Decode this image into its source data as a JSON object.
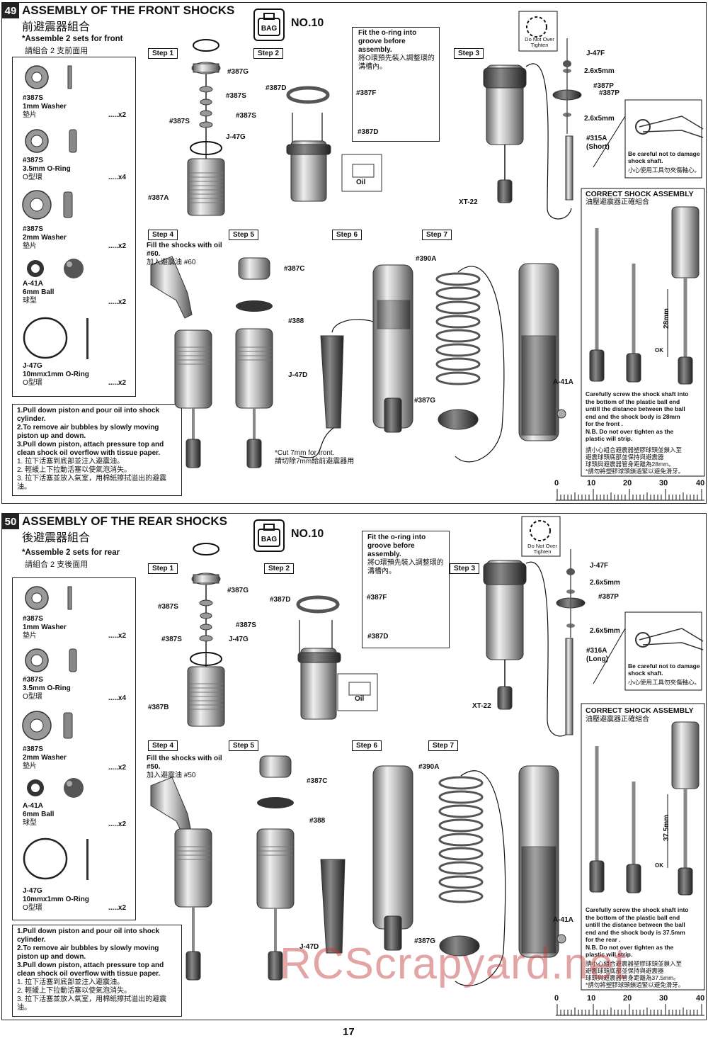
{
  "sections": [
    {
      "number": "49",
      "title": "ASSEMBLY OF THE FRONT SHOCKS",
      "title_cn": "前避震器組合",
      "assemble_note": "*Assemble 2 sets for front",
      "assemble_note_cn": "請組合 2 支前面用",
      "bag_label": "BAG",
      "bag_no": "NO.10",
      "parts": [
        {
          "code": "#387S",
          "name": "1mm Washer",
          "cn": "墊片",
          "qty": ".....x2"
        },
        {
          "code": "#387S",
          "name": "3.5mm O-Ring",
          "cn": "O型環",
          "qty": ".....x4"
        },
        {
          "code": "#387S",
          "name": "2mm Washer",
          "cn": "墊片",
          "qty": ".....x2"
        },
        {
          "code": "A-41A",
          "name": "6mm Ball",
          "cn": "球型",
          "qty": ".....x2"
        },
        {
          "code": "J-47G",
          "name": "10mmx1mm O-Ring",
          "cn": "O型環",
          "qty": ".....x2"
        }
      ],
      "notes": [
        "1.Pull down piston and pour oil into shock cylinder.",
        "2.To remove air bubbles by slowly moving piston up and down.",
        "3.Pull down piston, attach pressure top and clean shock oil overflow with tissue paper."
      ],
      "notes_cn": [
        "1. 拉下活塞到底部並注入避震油。",
        "2. 輕緩上下拉動活塞以使氣泡消失。",
        "3. 拉下活塞並放入氣室，用棉紙擦拭溢出的避震油。"
      ],
      "steps": [
        "Step 1",
        "Step 2",
        "Step 3",
        "Step 4",
        "Step 5",
        "Step 6",
        "Step 7"
      ],
      "step1_labels": [
        "#387G",
        "#387S",
        "#387S",
        "#387S",
        "J-47G",
        "#387A"
      ],
      "step2_labels": [
        "#387D",
        "#387F",
        "#387D",
        "Oil"
      ],
      "oring_note": "Fit the o-ring into groove before assembly.",
      "oring_note_cn": "將O環預先裝入調整環的溝槽內。",
      "step3_labels": [
        "J-47F",
        "2.6x5mm",
        "#387P",
        "#387P",
        "2.6x5mm",
        "#315A",
        "(Short)",
        "XT-22"
      ],
      "do_not_tighten": "Do Not Over Tighten",
      "careful": "Be careful not to damage shock shaft.",
      "careful_cn": "小心使用工具勿夾傷軸心。",
      "step4_text": "Fill the shocks with oil #60.",
      "step4_cn": "加入避震油 #60",
      "step5_labels": [
        "#387C",
        "#388"
      ],
      "step6_labels": [
        "J-47D"
      ],
      "cut_note": "*Cut 7mm for front.",
      "cut_note_cn": "請切除7mm給前避震器用",
      "step7_labels": [
        "#390A",
        "#387G",
        "A-41A"
      ],
      "correct_title": "CORRECT SHOCK ASSEMBLY",
      "correct_cn": "油壓避震器正確組合",
      "dimension": "28mm",
      "ok": "OK",
      "correct_text": [
        "Carefully screw the shock shaft into",
        "the bottom of the plastic ball end",
        "untill the distance between the ball",
        "end and the shock body is 28mm",
        "for the front .",
        "N.B. Do not over tighten as the",
        "plastic will strip."
      ],
      "correct_text_cn": [
        "請小心組合避震器塑膠球頭並鎖入至",
        "避震球頭底部並保持與避震器",
        "球頭與避震器管身距離為28mm。",
        "*請勿將塑膠球頭鎖過緊以避免滑牙。"
      ],
      "ruler": [
        "0",
        "10",
        "20",
        "30",
        "40"
      ]
    },
    {
      "number": "50",
      "title": "ASSEMBLY OF THE REAR SHOCKS",
      "title_cn": "後避震器組合",
      "assemble_note": "*Assemble 2 sets for rear",
      "assemble_note_cn": "請組合 2 支後面用",
      "bag_label": "BAG",
      "bag_no": "NO.10",
      "parts": [
        {
          "code": "#387S",
          "name": "1mm Washer",
          "cn": "墊片",
          "qty": ".....x2"
        },
        {
          "code": "#387S",
          "name": "3.5mm O-Ring",
          "cn": "O型環",
          "qty": ".....x4"
        },
        {
          "code": "#387S",
          "name": "2mm Washer",
          "cn": "墊片",
          "qty": ".....x2"
        },
        {
          "code": "A-41A",
          "name": "6mm Ball",
          "cn": "球型",
          "qty": ".....x2"
        },
        {
          "code": "J-47G",
          "name": "10mmx1mm O-Ring",
          "cn": "O型環",
          "qty": ".....x2"
        }
      ],
      "notes": [
        "1.Pull down piston and pour oil into shock cylinder.",
        "2.To remove air bubbles by slowly moving piston up and down.",
        "3.Pull down piston, attach pressure top and clean shock oil overflow with tissue paper."
      ],
      "notes_cn": [
        "1. 拉下活塞到底部並注入避震油。",
        "2. 輕緩上下拉動活塞以使氣泡消失。",
        "3. 拉下活塞並放入氣室，用棉紙擦拭溢出的避震油。"
      ],
      "steps": [
        "Step 1",
        "Step 2",
        "Step 3",
        "Step 4",
        "Step 5",
        "Step 6",
        "Step 7"
      ],
      "step1_labels": [
        "#387G",
        "#387S",
        "#387S",
        "#387S",
        "J-47G",
        "#387B"
      ],
      "step2_labels": [
        "#387D",
        "#387F",
        "#387D",
        "Oil"
      ],
      "oring_note": "Fit the o-ring into groove before assembly.",
      "oring_note_cn": "將O環預先裝入調整環的溝槽內。",
      "step3_labels": [
        "J-47F",
        "2.6x5mm",
        "#387P",
        "2.6x5mm",
        "#316A",
        "(Long)",
        "XT-22"
      ],
      "do_not_tighten": "Do Not Over Tighten",
      "careful": "Be careful not to damage shock shaft.",
      "careful_cn": "小心使用工具勿夾傷軸心。",
      "step4_text": "Fill the shocks with oil #50.",
      "step4_cn": "加入避震油 #50",
      "step5_labels": [
        "#387C",
        "#388"
      ],
      "step6_labels": [
        "J-47D"
      ],
      "step7_labels": [
        "#390A",
        "#387G",
        "A-41A"
      ],
      "correct_title": "CORRECT SHOCK ASSEMBLY",
      "correct_cn": "油壓避震器正確組合",
      "dimension": "37.5mm",
      "ok": "OK",
      "correct_text": [
        "Carefully screw the shock shaft into",
        "the bottom of the plastic ball end",
        "untill the distance between the ball",
        "end and the shock body is 37.5mm",
        "for the rear .",
        "N.B. Do not over tighten as the",
        "plastic will strip."
      ],
      "correct_text_cn": [
        "請小心組合避震器塑膠球頭並鎖入至",
        "避震球頭底部並保持與避震器",
        "球頭與避震器管身距離為37.5mm。",
        "*請勿將塑膠球頭鎖過緊以避免滑牙。"
      ],
      "ruler": [
        "0",
        "10",
        "20",
        "30",
        "40"
      ]
    }
  ],
  "page_number": "17",
  "watermark": "RCScrapyard.net"
}
